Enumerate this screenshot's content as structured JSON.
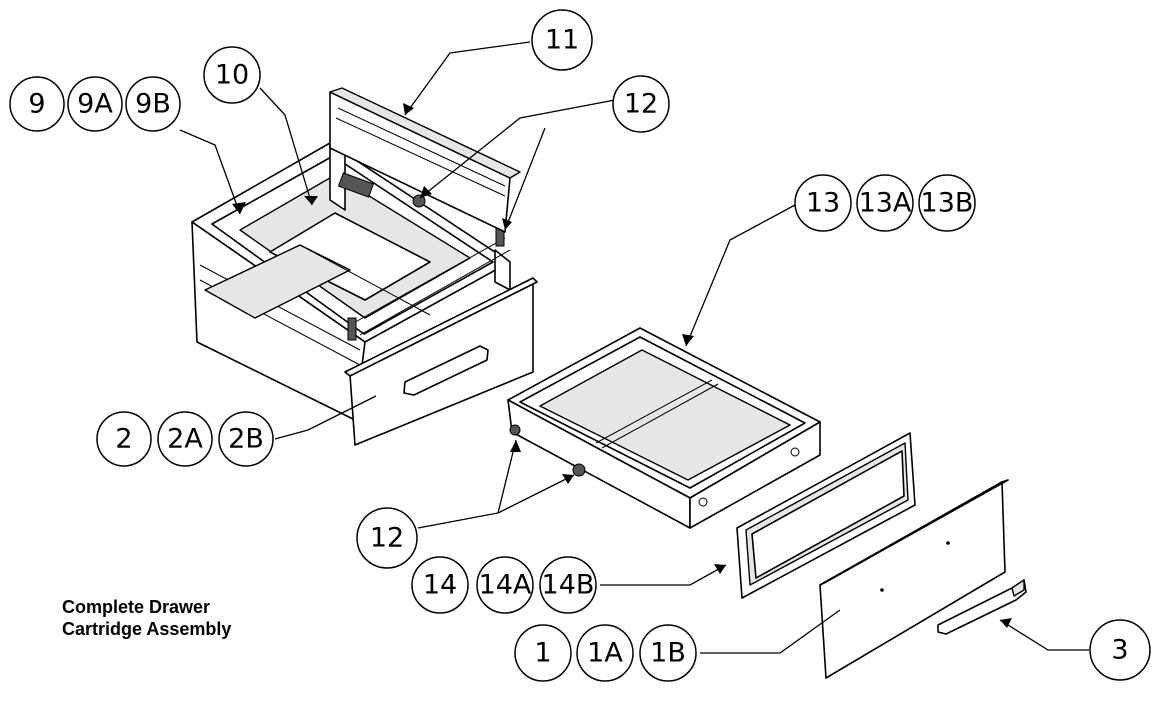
{
  "caption": {
    "line1": "Complete Drawer",
    "line2": "Cartridge Assembly"
  },
  "callouts": {
    "c9": "9",
    "c9a": "9A",
    "c9b": "9B",
    "c10": "10",
    "c11": "11",
    "c12_top": "12",
    "c13": "13",
    "c13a": "13A",
    "c13b": "13B",
    "c2": "2",
    "c2a": "2A",
    "c2b": "2B",
    "c12_bottom": "12",
    "c14": "14",
    "c14a": "14A",
    "c14b": "14B",
    "c1": "1",
    "c1a": "1A",
    "c1b": "1B",
    "c3": "3"
  }
}
